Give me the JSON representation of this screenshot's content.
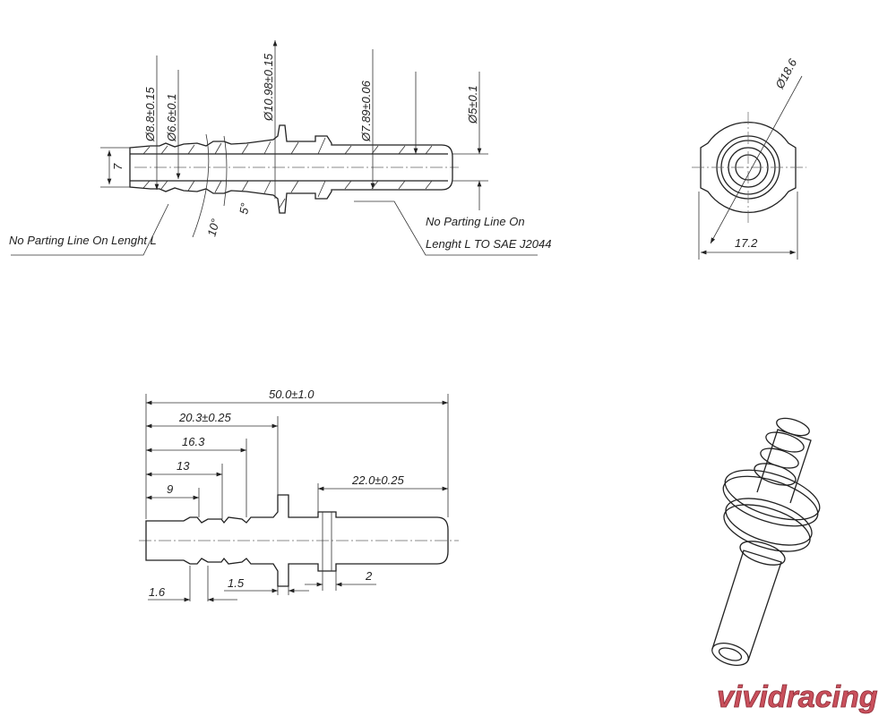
{
  "section_view": {
    "dims": {
      "d_outer_left": "Ø8.8±0.15",
      "d_inner_left": "Ø6.6±0.1",
      "d_collar": "Ø10.98±0.15",
      "d_outer_right": "Ø7.89±0.06",
      "d_bore": "Ø5±0.1",
      "height_left": "7",
      "angle_10": "10°",
      "angle_5": "5°"
    },
    "notes": {
      "left_note": "No Parting Line  On Lenght L",
      "right_note_line1": "No Parting Line  On",
      "right_note_line2": "Lenght L TO SAE J2044"
    }
  },
  "end_view": {
    "dia": "Ø18.6",
    "width": "17.2"
  },
  "side_view": {
    "dims": {
      "overall": "50.0±1.0",
      "to_flange": "20.3±0.25",
      "d163": "16.3",
      "d13": "13",
      "d9": "9",
      "right_len": "22.0±0.25",
      "d16": "1.6",
      "d15": "1.5",
      "d2": "2"
    }
  },
  "logo": {
    "text": "vividracing",
    "color": "#c9505c"
  }
}
